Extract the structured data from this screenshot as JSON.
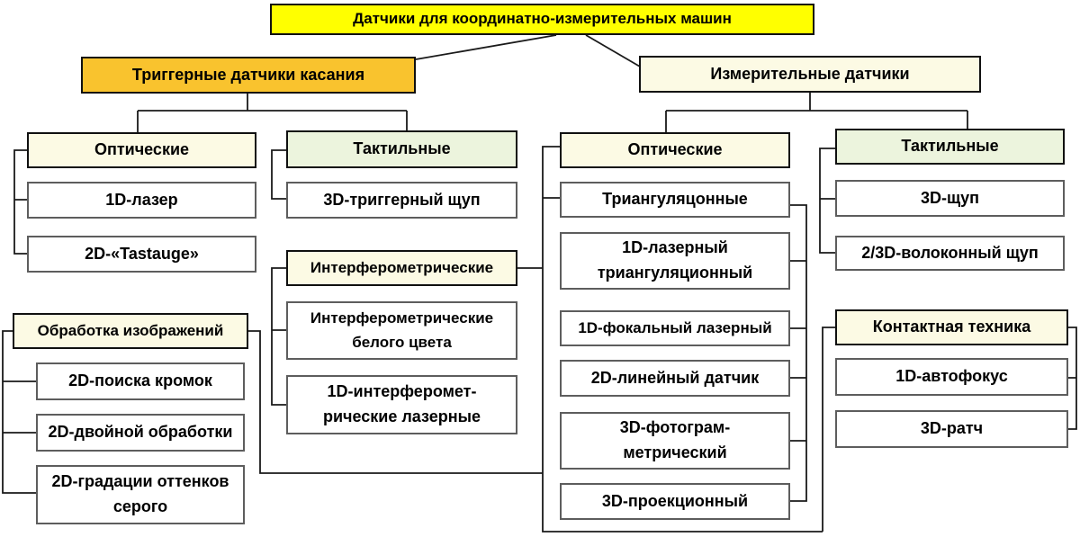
{
  "title": "Датчики для координатно-измерительных машин",
  "branches": {
    "trigger": "Триггерные датчики касания",
    "measuring": "Измерительные датчики"
  },
  "groups": {
    "left_optical": {
      "header": "Оптические",
      "items": [
        "1D-лазер",
        "2D-«Tastauge»"
      ]
    },
    "left_tactile": {
      "header": "Тактильные",
      "items": [
        "3D-триггерный щуп"
      ]
    },
    "interferometric": {
      "header": "Интерферометрические",
      "items": [
        "Интерферометрические\nбелого цвета",
        "1D-интерферомет-\nрические лазерные"
      ]
    },
    "image_processing": {
      "header": "Обработка изображений",
      "items": [
        "2D-поиска кромок",
        "2D-двойной обработки",
        "2D-градации оттенков\nсерого"
      ]
    },
    "right_optical": {
      "header": "Оптические",
      "items": [
        "Триангуляцонные",
        "1D-лазерный\nтриангуляционный",
        "1D-фокальный лазерный",
        "2D-линейный датчик",
        "3D-фотограм-\nметрический",
        "3D-проекционный"
      ]
    },
    "right_tactile": {
      "header": "Тактильные",
      "items": [
        "3D-щуп",
        "2/3D-волоконный щуп"
      ]
    },
    "contact": {
      "header": "Контактная техника",
      "items": [
        "1D-автофокус",
        "3D-ратч"
      ]
    }
  },
  "colors": {
    "root_fill": "#FFFF00",
    "trigger_fill": "#F9C32E",
    "header_fill": "#FCFAE4",
    "tactile_fill": "#ECF4DD",
    "line": "#1a1a1a"
  }
}
